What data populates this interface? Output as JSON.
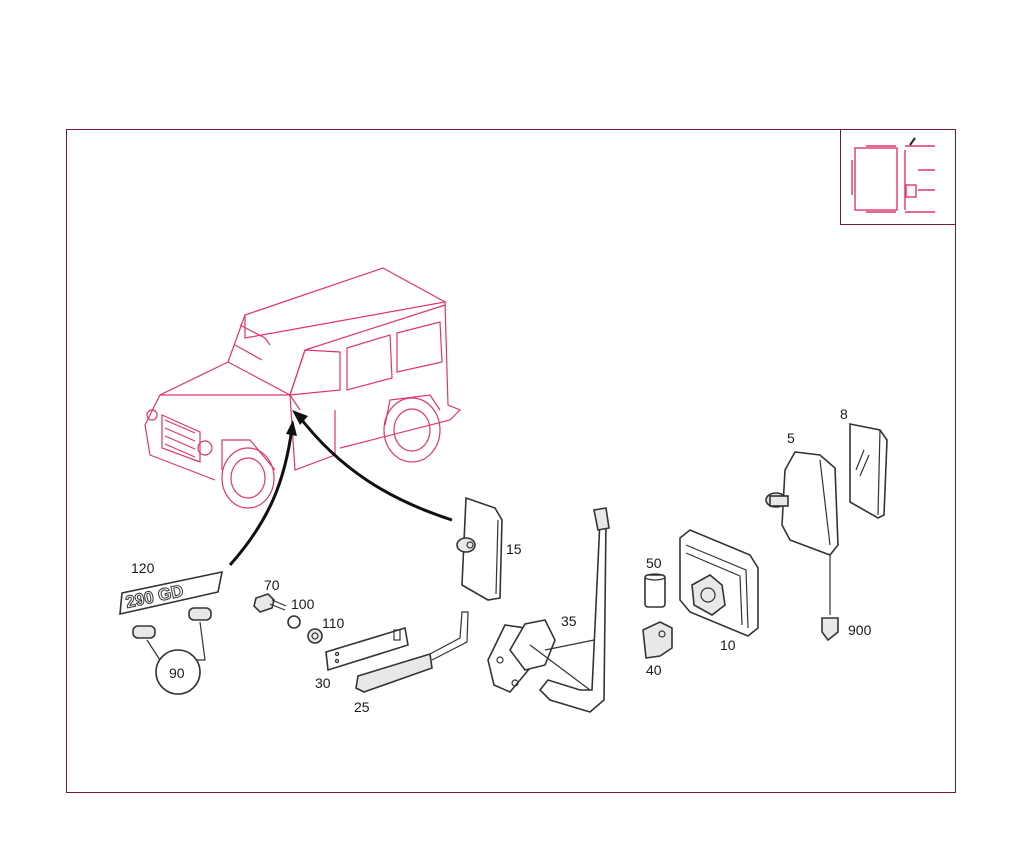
{
  "diagram": {
    "part_labels": {
      "p5": "5",
      "p8": "8",
      "p10": "10",
      "p15": "15",
      "p25": "25",
      "p30": "30",
      "p35": "35",
      "p40": "40",
      "p50": "50",
      "p70": "70",
      "p90": "90",
      "p100": "100",
      "p110": "110",
      "p120": "120",
      "p900": "900"
    },
    "emblem_text": "290 GD"
  },
  "colors": {
    "frame": "#7a1a2e",
    "vehicle_outline": "#e0356b",
    "part_outline": "#333333"
  }
}
